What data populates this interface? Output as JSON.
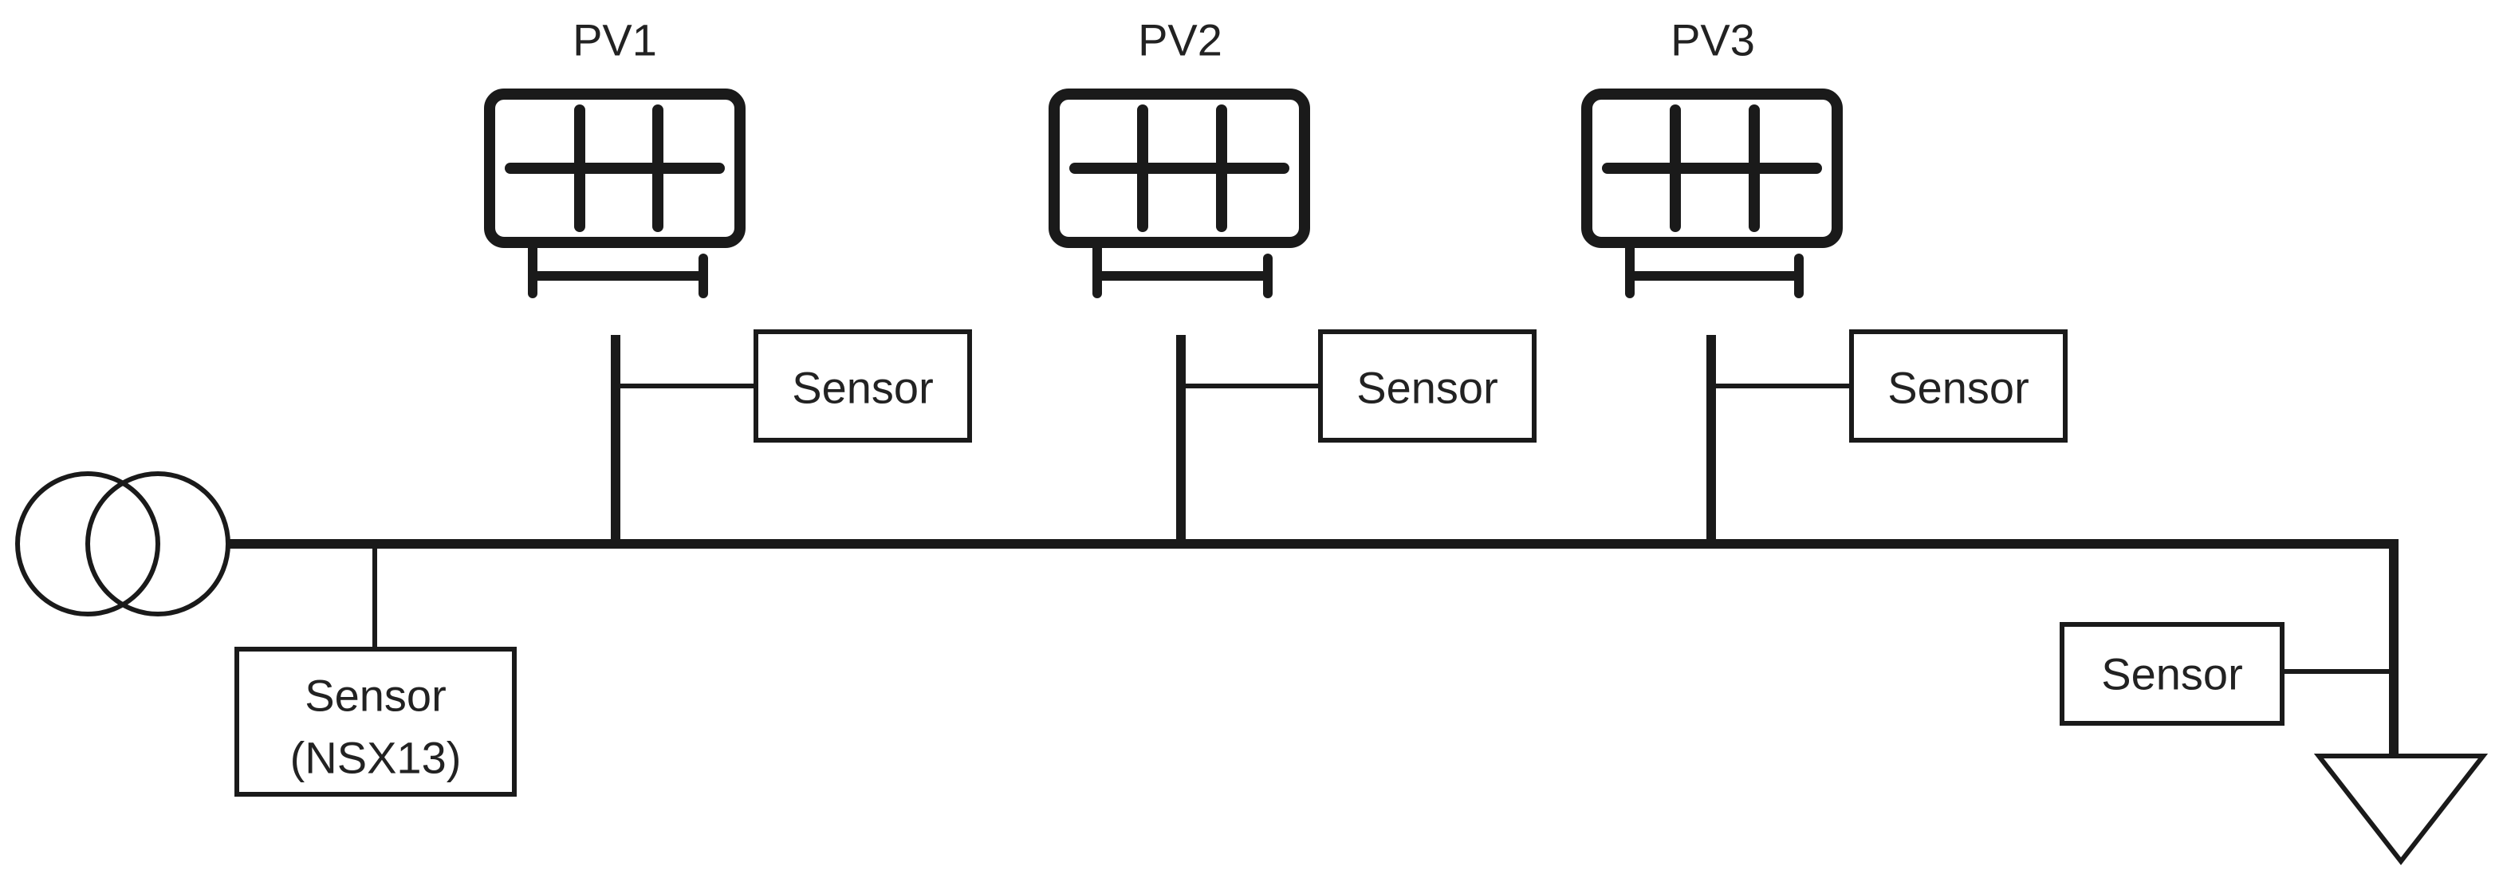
{
  "pv_panels": [
    {
      "label": "PV1"
    },
    {
      "label": "PV2"
    },
    {
      "label": "PV3"
    }
  ],
  "sensors": {
    "pv1": "Sensor",
    "pv2": "Sensor",
    "pv3": "Sensor",
    "feeder_line1": "Sensor",
    "feeder_line2": "(NSX13)",
    "load": "Sensor"
  },
  "colors": {
    "line": "#1a1a1a",
    "text": "#222222",
    "background": "#ffffff"
  }
}
